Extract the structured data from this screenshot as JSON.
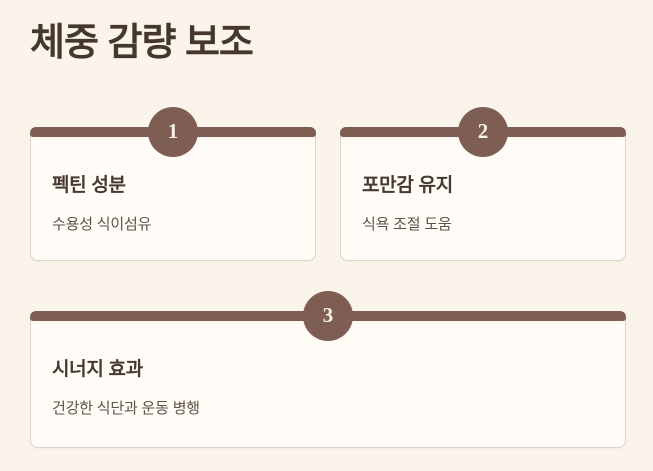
{
  "page": {
    "title": "체중 감량 보조"
  },
  "theme": {
    "background": "#FAF4EB",
    "accent_brown": "#7E5E53",
    "card_background": "#FFFCF7",
    "card_border": "#DCD5CC",
    "heading_color": "#46372E",
    "card_title_color": "#463A30",
    "card_desc_color": "#5E5147",
    "badge_text_color": "#F9F2E9"
  },
  "cards": [
    {
      "number": "1",
      "title": "펙틴 성분",
      "description": "수용성 식이섬유"
    },
    {
      "number": "2",
      "title": "포만감 유지",
      "description": "식욕 조절 도움"
    },
    {
      "number": "3",
      "title": "시너지 효과",
      "description": "건강한 식단과 운동 병행"
    }
  ]
}
